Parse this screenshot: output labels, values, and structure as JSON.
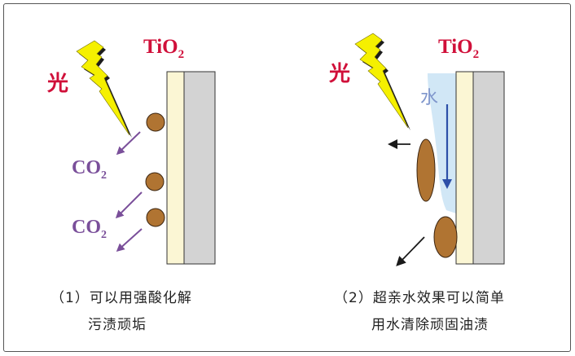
{
  "panel1": {
    "light": "光",
    "material": "TiO",
    "material_sub": "2",
    "co2_1": "CO",
    "co2_1_sub": "2",
    "co2_2": "CO",
    "co2_2_sub": "2",
    "caption_line1": "（1）可以用强酸化解",
    "caption_line2": "污渍顽垢"
  },
  "panel2": {
    "light": "光",
    "material": "TiO",
    "material_sub": "2",
    "water": "水",
    "caption_line1": "（2）超亲水效果可以简单",
    "caption_line2": "用水清除顽固油渍"
  },
  "colors": {
    "title_red": "#d0103a",
    "co2_purple": "#7a4f9a",
    "arrow_purple": "#7a4f9a",
    "coating_yellow": "#fbf6d4",
    "substrate_gray": "#d3d3d3",
    "dirt_brown": "#b07432",
    "bolt_yellow": "#f5f000",
    "water_blue": "#cfe6f5",
    "water_arrow": "#2c4fa8",
    "water_text": "#7f96cc"
  }
}
